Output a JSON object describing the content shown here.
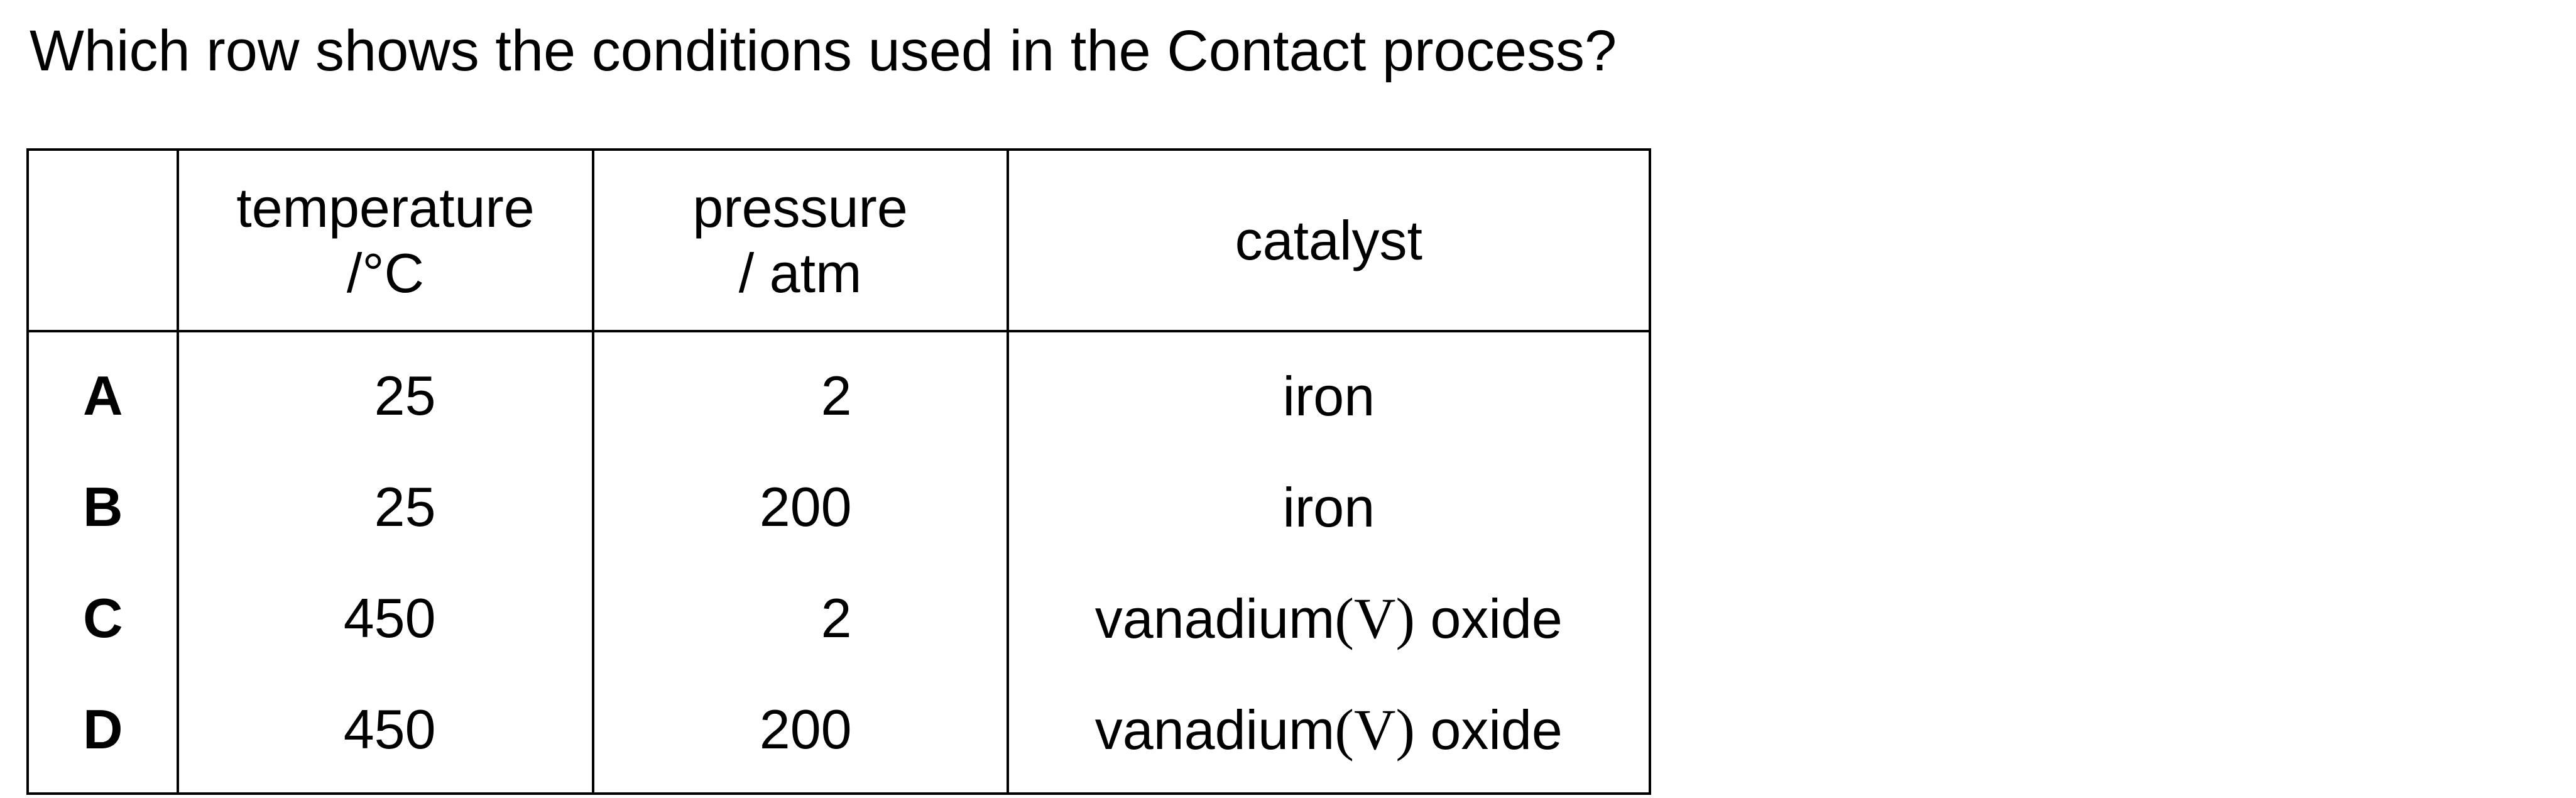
{
  "question": "Which row shows the conditions used in the Contact process?",
  "table": {
    "headers": {
      "key": "",
      "temperature": {
        "line1": "temperature",
        "line2": "/°C"
      },
      "pressure": {
        "line1": "pressure",
        "line2": "/ atm"
      },
      "catalyst": "catalyst"
    },
    "rows": [
      {
        "key": "A",
        "temperature": "25",
        "pressure": "2",
        "catalyst_pre": "iron",
        "catalyst_roman": "",
        "catalyst_post": ""
      },
      {
        "key": "B",
        "temperature": "25",
        "pressure": "200",
        "catalyst_pre": "iron",
        "catalyst_roman": "",
        "catalyst_post": ""
      },
      {
        "key": "C",
        "temperature": "450",
        "pressure": "2",
        "catalyst_pre": "vanadium",
        "catalyst_roman": "(V)",
        "catalyst_post": " oxide"
      },
      {
        "key": "D",
        "temperature": "450",
        "pressure": "200",
        "catalyst_pre": "vanadium",
        "catalyst_roman": "(V)",
        "catalyst_post": " oxide"
      }
    ]
  }
}
